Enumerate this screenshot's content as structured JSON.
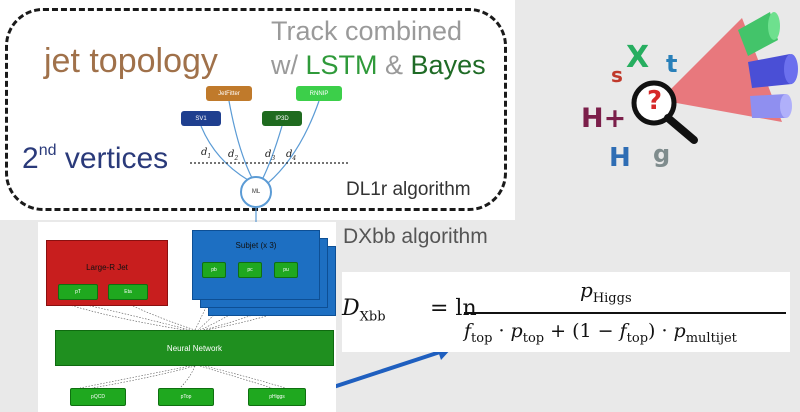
{
  "top_panel": {
    "jet_topology": "jet topology",
    "track_combined_line1": "Track combined",
    "track_combined_w": "w/ ",
    "track_combined_lstm": "LSTM",
    "track_combined_amp": " & ",
    "track_combined_bayes": "Bayes",
    "vertices_prefix": "2",
    "vertices_sup": "nd",
    "vertices_suffix": " vertices",
    "algorithm_label": "DL1r algorithm",
    "nodes": {
      "jetfitter": "JetFitter",
      "sv1": "SV1",
      "ip3d": "IP3D",
      "rnnip": "RNNIP",
      "ml": "ML"
    },
    "distance_labels": [
      "d",
      "d",
      "d",
      "d"
    ],
    "distance_subs": [
      "1",
      "2",
      "3",
      "4"
    ]
  },
  "dxbb_label": "DXbb algorithm",
  "bottom_panel": {
    "large_r_jet": "Large-R Jet",
    "large_r_inputs": [
      "pT",
      "Eta"
    ],
    "subjet": "Subjet (x 3)",
    "subjet_inputs": [
      "pb",
      "pc",
      "pu"
    ],
    "neural_network": "Neural Network",
    "outputs": [
      "pQCD",
      "pTop",
      "pHiggs"
    ]
  },
  "formula": {
    "lhs": "D",
    "lhs_sub": "Xbb",
    "eq": "= ln",
    "numerator": "p",
    "numerator_sub": "Higgs",
    "den_f1": "f",
    "den_f1_sub": "top",
    "den_dot1": " · ",
    "den_p1": "p",
    "den_p1_sub": "top",
    "den_plus": " + (1 − ",
    "den_f2": "f",
    "den_f2_sub": "top",
    "den_close": ") · ",
    "den_p2": "p",
    "den_p2_sub": "multijet"
  },
  "logo": {
    "letters": [
      "s",
      "X",
      "t",
      "H+",
      "H",
      "g",
      "?"
    ],
    "colors": {
      "s": "#c0392b",
      "X": "#27ae60",
      "t": "#2980b9",
      "H+": "#7b1f4a",
      "H": "#2e6db4",
      "g": "#7f8c8d",
      "question": "#d62828",
      "cone": "#e8646a",
      "cyl_green": "#43c46a",
      "cyl_blue": "#4a4fd6",
      "cyl_lilac": "#8f8ff0"
    }
  }
}
